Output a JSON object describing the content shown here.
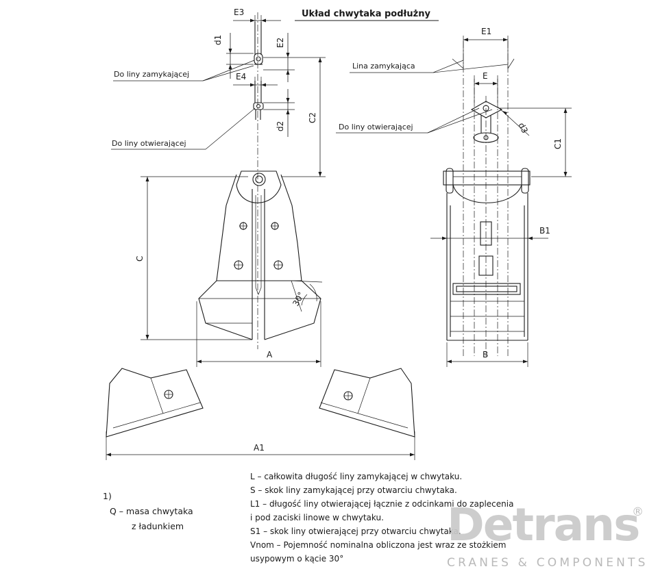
{
  "drawing": {
    "title": "Układ chwytaka podłużny",
    "left_view": {
      "dim_E3": "E3",
      "dim_d1": "d1",
      "dim_E2": "E2",
      "dim_E4": "E4",
      "dim_d2": "d2",
      "dim_C2": "C2",
      "dim_C": "C",
      "dim_A": "A",
      "dim_A1": "A1",
      "angle_label": "30°",
      "callout_closing": "Do liny zamykającej",
      "callout_opening": "Do liny otwierającej"
    },
    "right_view": {
      "dim_E1": "E1",
      "dim_E": "E",
      "dim_d3": "d3",
      "dim_C1": "C1",
      "dim_B1": "B1",
      "dim_B": "B",
      "callout_closing": "Lina zamykająca",
      "callout_opening": "Do liny otwierającej"
    }
  },
  "footnote": {
    "marker": "1)",
    "line1": "Q – masa chwytaka",
    "line2": "z ładunkiem"
  },
  "legend": [
    "L – całkowita długość liny zamykającej w chwytaku.",
    "S – skok liny zamykającej przy otwarciu chwytaka.",
    "L1 – długość liny otwierającej łącznie z odcinkami do zaplecenia",
    "i pod zaciski linowe w chwytaku.",
    "S1 – skok liny otwierającej przy otwarciu chwytaka.",
    "Vnom – Pojemność nominalna obliczona jest wraz ze stożkiem",
    "usypowym o kącie 30°"
  ],
  "brand": {
    "name": "Detrans",
    "registered": "®",
    "tagline": "CRANES & COMPONENTS"
  }
}
